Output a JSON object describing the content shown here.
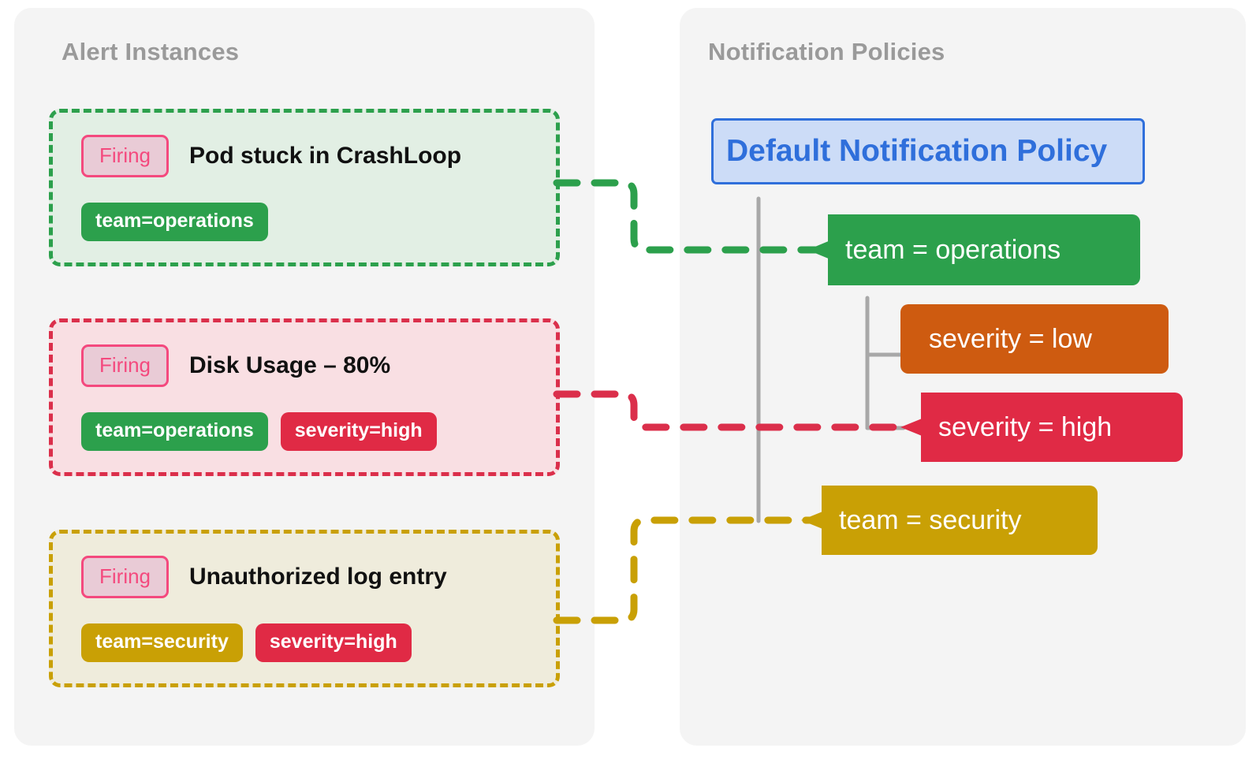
{
  "panels": {
    "alerts": {
      "title": "Alert Instances"
    },
    "policies": {
      "title": "Notification Policies"
    }
  },
  "alert_instances": [
    {
      "status": "Firing",
      "title": "Pod stuck in CrashLoop",
      "labels": [
        "team=operations"
      ],
      "accent_color": "#2ca04c",
      "fill_color": "#e2efe4"
    },
    {
      "status": "Firing",
      "title": "Disk Usage – 80%",
      "labels": [
        "team=operations",
        "severity=high"
      ],
      "accent_color": "#db2f4b",
      "fill_color": "#f9dfe3"
    },
    {
      "status": "Firing",
      "title": "Unauthorized log entry",
      "labels": [
        "team=security",
        "severity=high"
      ],
      "accent_color": "#c9a005",
      "fill_color": "#efecdc"
    }
  ],
  "notification_policies": {
    "root": {
      "label": "Default Notification Policy",
      "color": "#2f6fdb",
      "fill": "#ccdcf7"
    },
    "nodes": [
      {
        "label": "team = operations",
        "color": "#2ca04c",
        "matched": true
      },
      {
        "label": "severity = low",
        "color": "#ce5b10",
        "matched": false
      },
      {
        "label": "severity = high",
        "color": "#e02a45",
        "matched": true
      },
      {
        "label": "team = security",
        "color": "#c9a005",
        "matched": true
      }
    ]
  },
  "connections": [
    {
      "from": "Pod stuck in CrashLoop",
      "to": "team = operations",
      "color": "#2ca04c"
    },
    {
      "from": "Disk Usage – 80%",
      "to": "severity = high",
      "color": "#db2f4b"
    },
    {
      "from": "Unauthorized log entry",
      "to": "team = security",
      "color": "#c9a005"
    }
  ],
  "tag_colors": {
    "team=operations": "#2ca04c",
    "severity=high": "#e02a45",
    "team=security": "#c9a005"
  },
  "badge": {
    "text_color": "#f4497e",
    "fill_color": "#e9cbd6",
    "border_color": "#f4497e"
  },
  "tree_line_color": "#a8a8a8"
}
